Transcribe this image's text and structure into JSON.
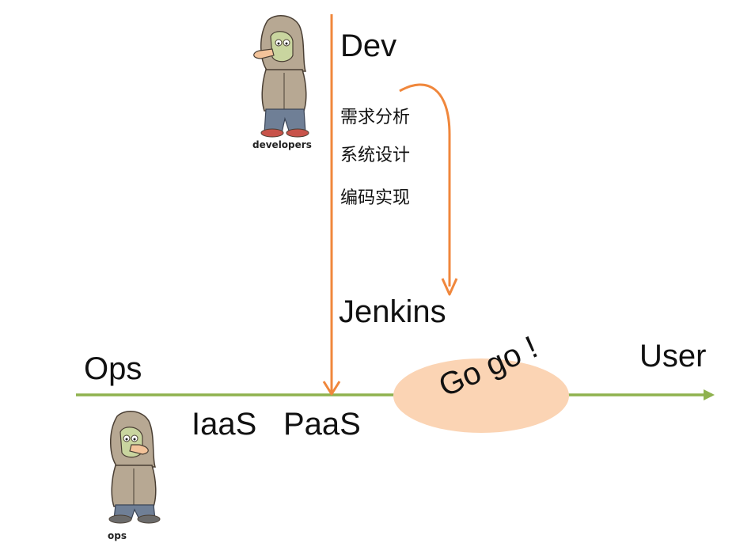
{
  "labels": {
    "dev": "Dev",
    "ops": "Ops",
    "user": "User",
    "jenkins": "Jenkins",
    "iaas": "IaaS",
    "paas": "PaaS",
    "go": "Go go !"
  },
  "dev_steps": [
    "需求分析",
    "系统设计",
    "编码实现"
  ],
  "characters": {
    "developers": "developers",
    "ops": "ops"
  },
  "colors": {
    "dev_arrow": "#f0873c",
    "ops_arrow": "#8fb24f",
    "ellipse_fill": "#fbd4b4",
    "hoodie": "#b7a893",
    "jeans": "#6f7f96"
  }
}
